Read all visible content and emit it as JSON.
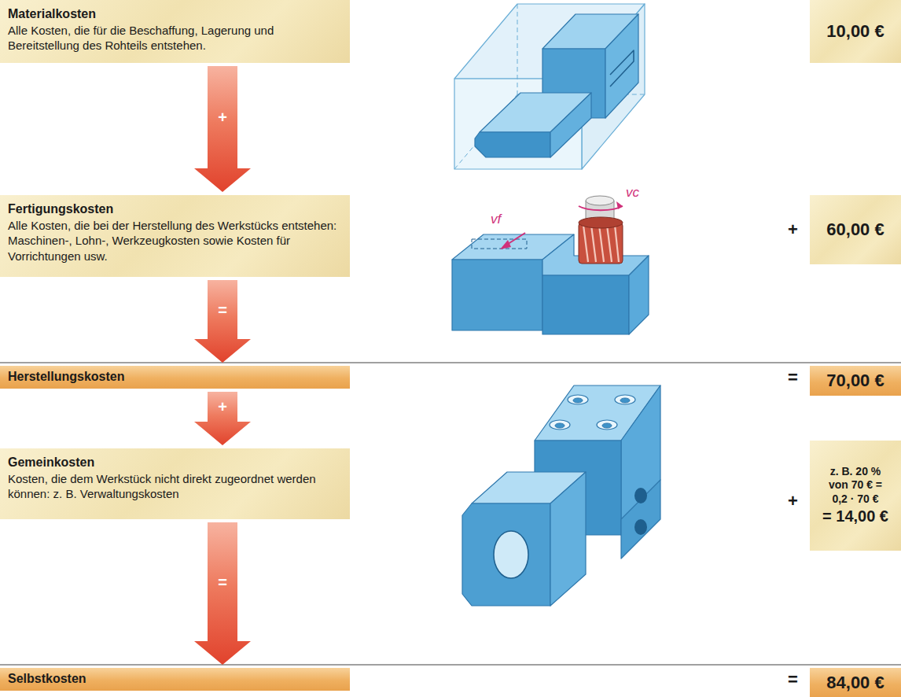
{
  "diagram": {
    "nodes": [
      {
        "text": [
          "Materialkosten",
          "Alle Kosten, die für die Beschaffung, Lagerung und Bereitstellung des Rohteils entstehen."
        ]
      },
      {
        "text": [
          "10,00 €"
        ]
      },
      {
        "text": [
          "Fertigungskosten",
          "Alle Kosten, die bei der Herstellung des Werkstücks entstehen: Maschinen-, Lohn-, Werkzeugkosten sowie Kosten für Vorrichtungen usw."
        ]
      },
      {
        "text": [
          "60,00 €"
        ]
      },
      {
        "text": [
          "Herstellungskosten"
        ]
      },
      {
        "text": [
          "70,00 €"
        ]
      },
      {
        "text": [
          "Gemeinkosten",
          "Kosten, die dem Werkstück nicht direkt zugeordnet werden können: z. B. Verwaltungskosten"
        ]
      },
      {
        "text": [
          "z. B. 20 % von 70 € = 0,2 · 70 €",
          "= 14,00 €"
        ]
      },
      {
        "text": [
          "Selbstkosten"
        ]
      },
      {
        "text": [
          "84,00 €"
        ]
      }
    ],
    "edges": [
      {
        "from": 0,
        "to": 2,
        "arrow": "to",
        "label": "+"
      },
      {
        "from": 2,
        "to": 4,
        "arrow": "to",
        "label": "="
      },
      {
        "from": 4,
        "to": 6,
        "arrow": "to",
        "label": "+"
      },
      {
        "from": 6,
        "to": 8,
        "arrow": "to",
        "label": "="
      }
    ],
    "labels": [
      "+",
      "=",
      "+",
      "=",
      "vf",
      "vc"
    ]
  }
}
